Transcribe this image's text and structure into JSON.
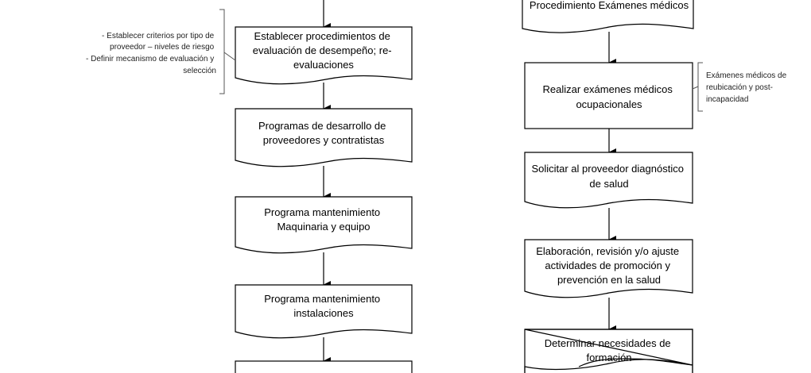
{
  "left_column": {
    "boxes": [
      {
        "lines": [
          "Establecer procedimientos de",
          "evaluación de desempeño; re-",
          "evaluaciones"
        ]
      },
      {
        "lines": [
          "Programas de desarrollo de",
          "proveedores y contratistas"
        ]
      },
      {
        "lines": [
          "Programa mantenimiento",
          "Maquinaria y equipo"
        ]
      },
      {
        "lines": [
          "Programa mantenimiento",
          "instalaciones"
        ]
      }
    ],
    "annotation": {
      "lines": [
        "- Establecer criterios por tipo de",
        "proveedor – niveles de riesgo",
        "- Definir mecanismo de evaluación y",
        "selección"
      ]
    }
  },
  "right_column": {
    "boxes": [
      {
        "lines": [
          "Procedimiento Exámenes médicos"
        ]
      },
      {
        "lines": [
          "Realizar exámenes médicos",
          "ocupacionales"
        ]
      },
      {
        "lines": [
          "Solicitar al proveedor diagnóstico",
          "de salud"
        ]
      },
      {
        "lines": [
          "Elaboración, revisión y/o ajuste",
          "actividades de promoción y",
          "prevención en la salud"
        ]
      },
      {
        "lines": [
          "Determinar necesidades de",
          "formación"
        ]
      }
    ],
    "annotation": {
      "lines": [
        "Exámenes médicos de",
        "reubicación y post-",
        "incapacidad"
      ]
    }
  }
}
